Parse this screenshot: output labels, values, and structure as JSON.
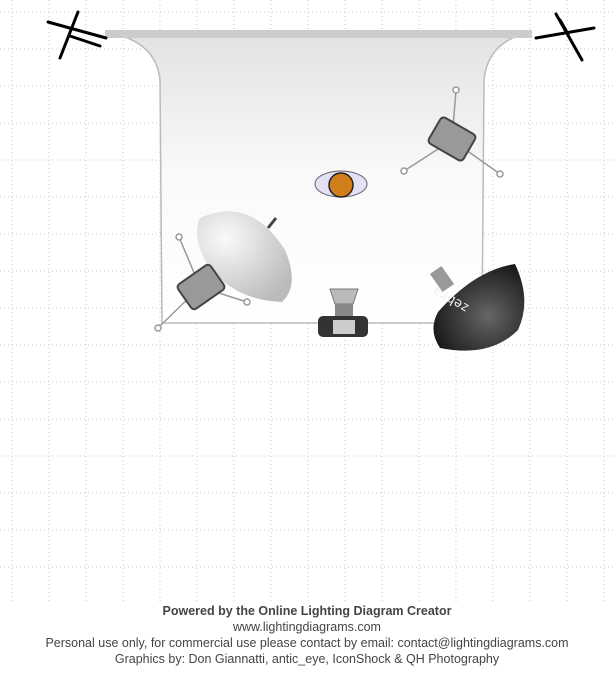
{
  "diagram": {
    "items": [
      "backdrop-stand-left",
      "backdrop-stand-right",
      "seamless-backdrop",
      "subject",
      "strobe-top-right",
      "strobe-left",
      "shoot-through-umbrella",
      "camera",
      "beauty-dish"
    ],
    "beauty_dish_brand": "zebra"
  },
  "footer": {
    "powered": "Powered by the Online Lighting Diagram Creator",
    "website": "www.lightingdiagrams.com",
    "license": "Personal use only, for commercial use please contact by email: contact@lightingdiagrams.com",
    "credits": "Graphics by: Don Giannatti, antic_eye, IconShock & QH Photography"
  },
  "colors": {
    "subject": "#d07e1a",
    "grid": "#c8c8c8",
    "text": "#444444"
  }
}
